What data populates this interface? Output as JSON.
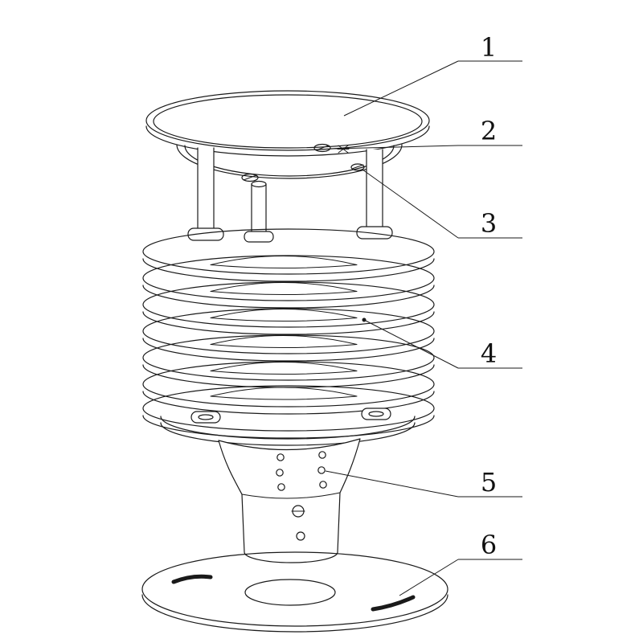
{
  "figure": {
    "background_color": "#ffffff",
    "line_color": "#1a1a1a",
    "callouts": [
      {
        "label": "1",
        "target": "top-cap"
      },
      {
        "label": "2",
        "target": "cap-screw"
      },
      {
        "label": "3",
        "target": "post-screw"
      },
      {
        "label": "4",
        "target": "louver-stack"
      },
      {
        "label": "5",
        "target": "vent-hole"
      },
      {
        "label": "6",
        "target": "mounting-base"
      }
    ]
  }
}
